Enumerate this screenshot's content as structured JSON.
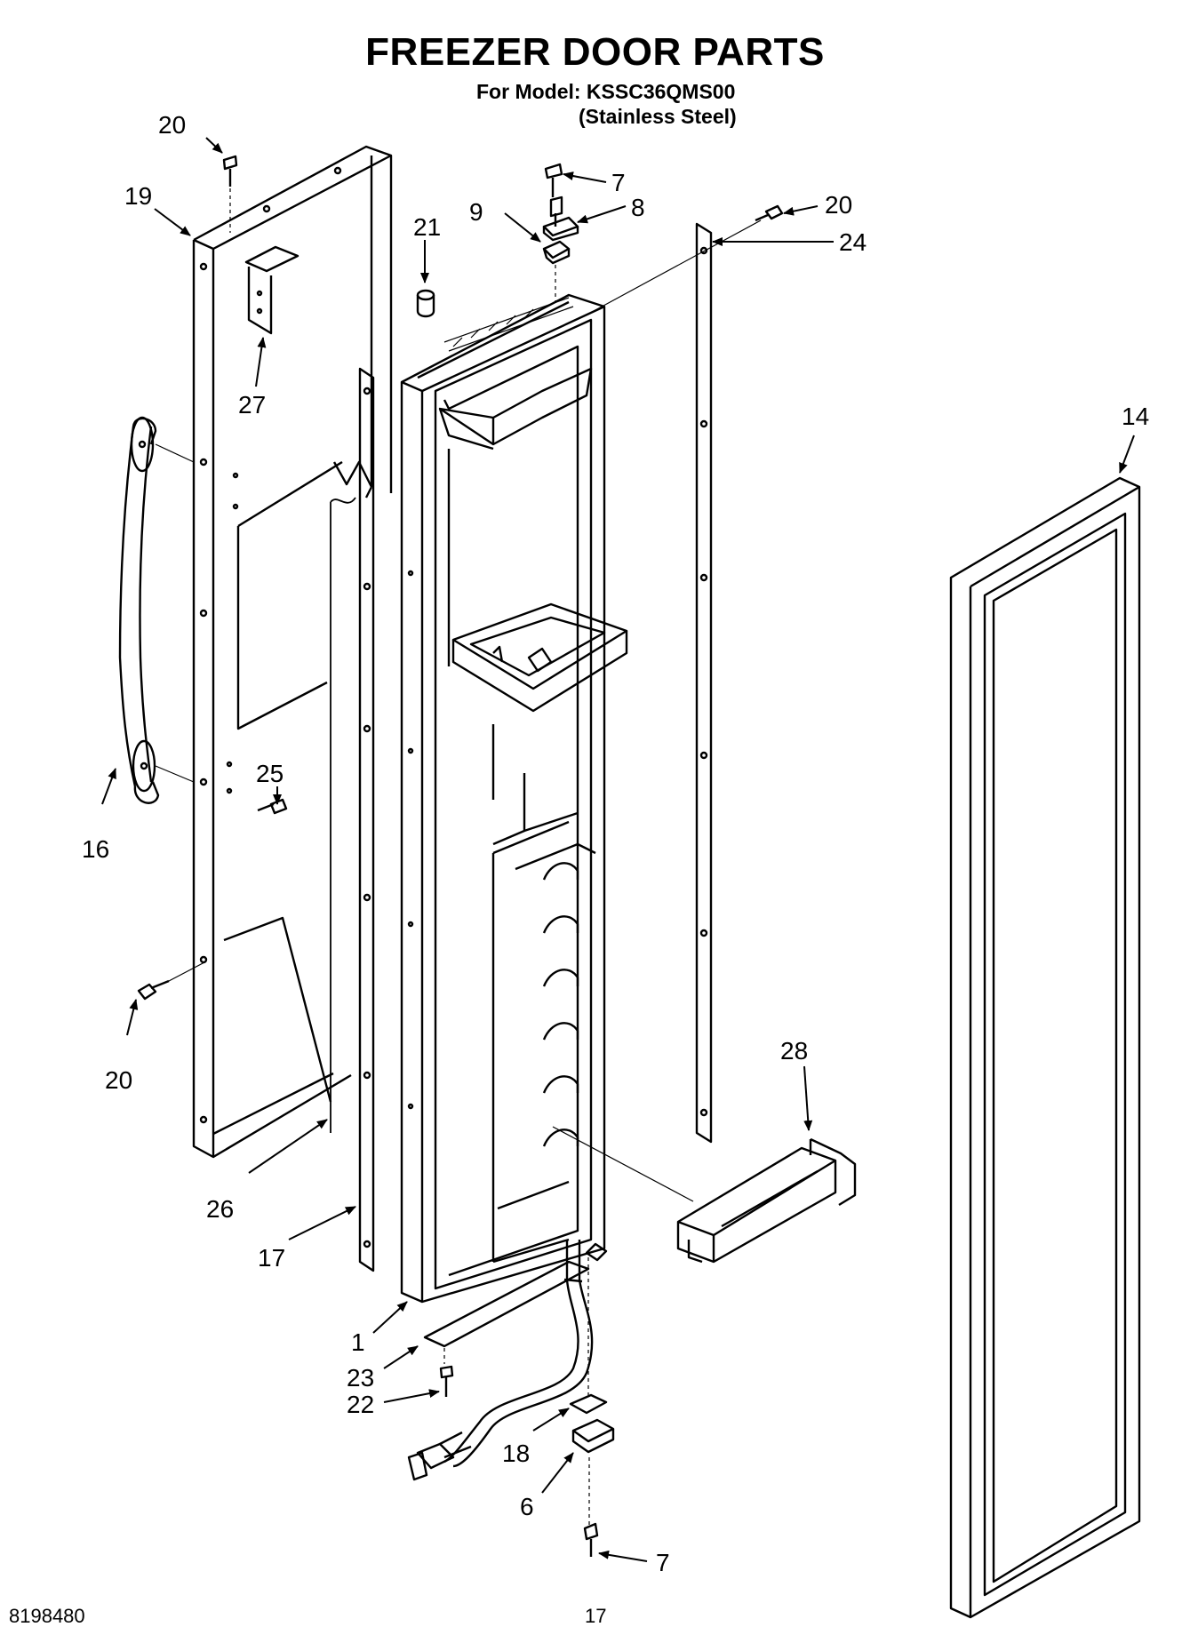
{
  "header": {
    "title": "FREEZER DOOR PARTS",
    "model_line": "For Model: KSSC36QMS00",
    "finish_line": "(Stainless Steel)"
  },
  "footer": {
    "doc_number": "8198480",
    "page_number": "17"
  },
  "callouts": [
    {
      "id": "c20a",
      "label": "20"
    },
    {
      "id": "c19",
      "label": "19"
    },
    {
      "id": "c27",
      "label": "27"
    },
    {
      "id": "c16",
      "label": "16"
    },
    {
      "id": "c25",
      "label": "25"
    },
    {
      "id": "c20b",
      "label": "20"
    },
    {
      "id": "c26",
      "label": "26"
    },
    {
      "id": "c17",
      "label": "17"
    },
    {
      "id": "c21",
      "label": "21"
    },
    {
      "id": "c9",
      "label": "9"
    },
    {
      "id": "c7a",
      "label": "7"
    },
    {
      "id": "c8",
      "label": "8"
    },
    {
      "id": "c20c",
      "label": "20"
    },
    {
      "id": "c24",
      "label": "24"
    },
    {
      "id": "c14",
      "label": "14"
    },
    {
      "id": "c28",
      "label": "28"
    },
    {
      "id": "c1",
      "label": "1"
    },
    {
      "id": "c23",
      "label": "23"
    },
    {
      "id": "c22",
      "label": "22"
    },
    {
      "id": "c18",
      "label": "18"
    },
    {
      "id": "c6",
      "label": "6"
    },
    {
      "id": "c7b",
      "label": "7"
    }
  ],
  "colors": {
    "ink": "#000000",
    "paper": "#ffffff"
  }
}
